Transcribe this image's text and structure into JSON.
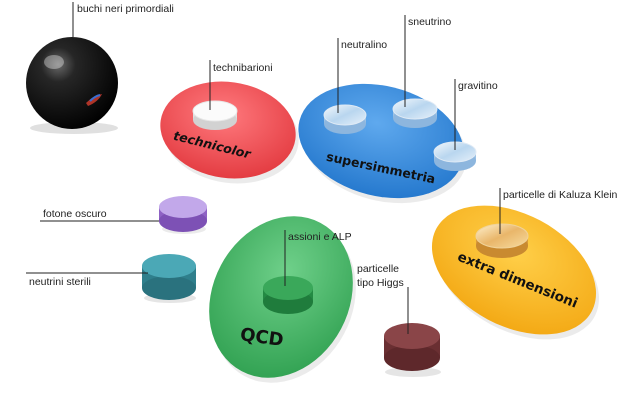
{
  "callouts": {
    "primordial_black_holes": "buchi neri primordiali",
    "technibaryons": "technibarioni",
    "neutralino": "neutralino",
    "sneutrino": "sneutrino",
    "gravitino": "gravitino",
    "dark_photon": "fotone oscuro",
    "sterile_neutrinos": "neutrini sterili",
    "axions_alp": "assioni e ALP",
    "kaluza_klein": "particelle di Kaluza Klein",
    "higgs_like_line1": "particelle",
    "higgs_like_line2": "tipo Higgs"
  },
  "groups": {
    "technicolor": "technicolor",
    "supersymmetry": "supersimmetria",
    "qcd": "QCD",
    "extra_dimensions": "extra dimensioni"
  },
  "colors": {
    "technicolor": "#ef4a4f",
    "supersymmetry": "#2f86d8",
    "qcd": "#3fb35f",
    "extra_dimensions": "#f7b318",
    "black_hole": "#111111",
    "dark_photon": "#b89be0",
    "sterile_neutrinos": "#3d9aa8",
    "higgs_like": "#7a3a3c"
  }
}
